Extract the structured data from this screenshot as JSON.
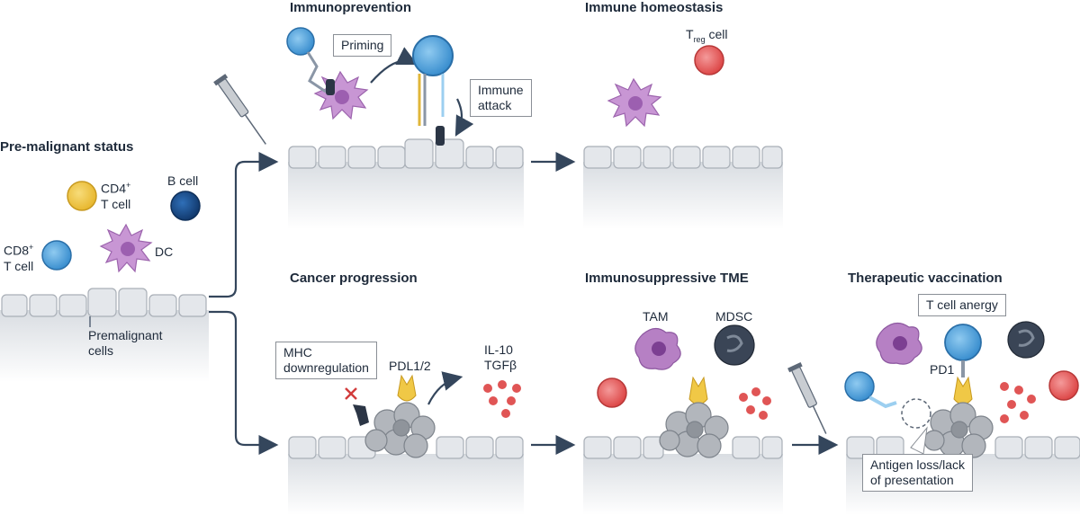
{
  "panels": {
    "pre_malignant": {
      "title": "Pre-malignant status"
    },
    "immunoprevention": {
      "title": "Immunoprevention"
    },
    "immune_homeostasis": {
      "title": "Immune homeostasis"
    },
    "cancer_progression": {
      "title": "Cancer progression"
    },
    "immunosuppressive_tme": {
      "title": "Immunosuppressive TME"
    },
    "therapeutic_vaccination": {
      "title": "Therapeutic vaccination"
    }
  },
  "labels": {
    "cd4_main": "CD4",
    "cd4_sup": "+",
    "cd4_line2": "T cell",
    "b_cell": "B cell",
    "cd8_main": "CD8",
    "cd8_sup": "+",
    "cd8_line2": "T cell",
    "dc": "DC",
    "premalignant_line1": "Premalignant",
    "premalignant_line2": "cells",
    "priming": "Priming",
    "immune_attack_line1": "Immune",
    "immune_attack_line2": "attack",
    "treg_main": "T",
    "treg_sub": "reg",
    "treg_rest": " cell",
    "mhc_line1": "MHC",
    "mhc_line2": "downregulation",
    "pdl": "PDL1/2",
    "il10": "IL-10",
    "tgfb": "TGFβ",
    "tam": "TAM",
    "mdsc": "MDSC",
    "t_cell_anergy": "T cell anergy",
    "pd1": "PD1",
    "antigen_loss_line1": "Antigen loss/lack",
    "antigen_loss_line2": "of presentation"
  },
  "colors": {
    "cd8_blue": "#4a9fd6",
    "cd4_yellow": "#f0c846",
    "b_cell_navy": "#1a4f8c",
    "dc_purple": "#b680c4",
    "treg_red": "#e85a5a",
    "mdsc_dark": "#3a4556",
    "tumor_gray": "#a9adb3",
    "epithelium": "#e9ebee",
    "arrow": "#34465c"
  },
  "icons": [
    "syringe-icon",
    "x-mark-icon"
  ]
}
